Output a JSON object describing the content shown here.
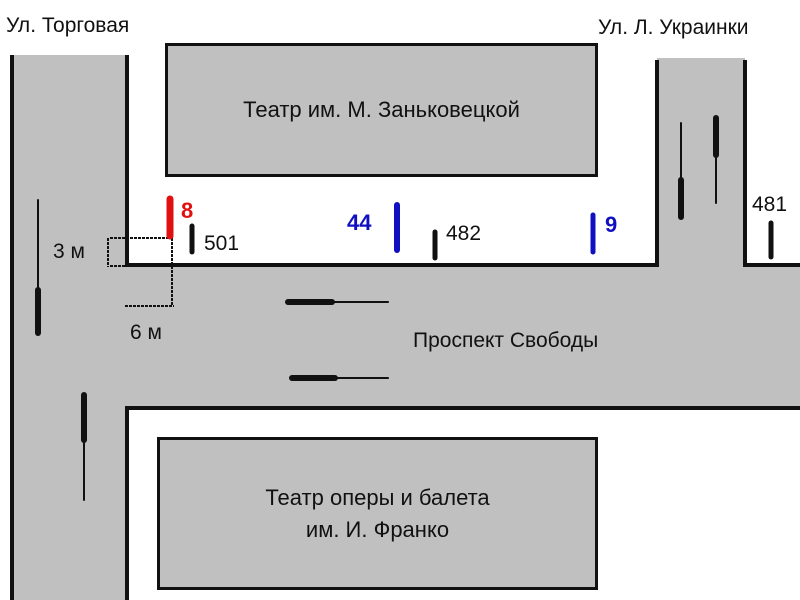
{
  "streets": {
    "torgovaya": "Ул. Торговая",
    "ukrainki": "Ул. Л. Украинки",
    "svobody": "Проспект Свободы"
  },
  "buildings": {
    "zankovetskaya": "Театр им. М. Заньковецкой",
    "opera_line1": "Театр оперы и балета",
    "opera_line2": "им. И. Франко"
  },
  "dimensions": {
    "height": "3 м",
    "width": "6 м"
  },
  "stops": [
    {
      "label": "8",
      "color": "#e01010"
    },
    {
      "label": "501",
      "color": "#111111"
    },
    {
      "label": "44",
      "color": "#1010c0"
    },
    {
      "label": "482",
      "color": "#111111"
    },
    {
      "label": "9",
      "color": "#1010c0"
    },
    {
      "label": "481",
      "color": "#111111"
    }
  ]
}
